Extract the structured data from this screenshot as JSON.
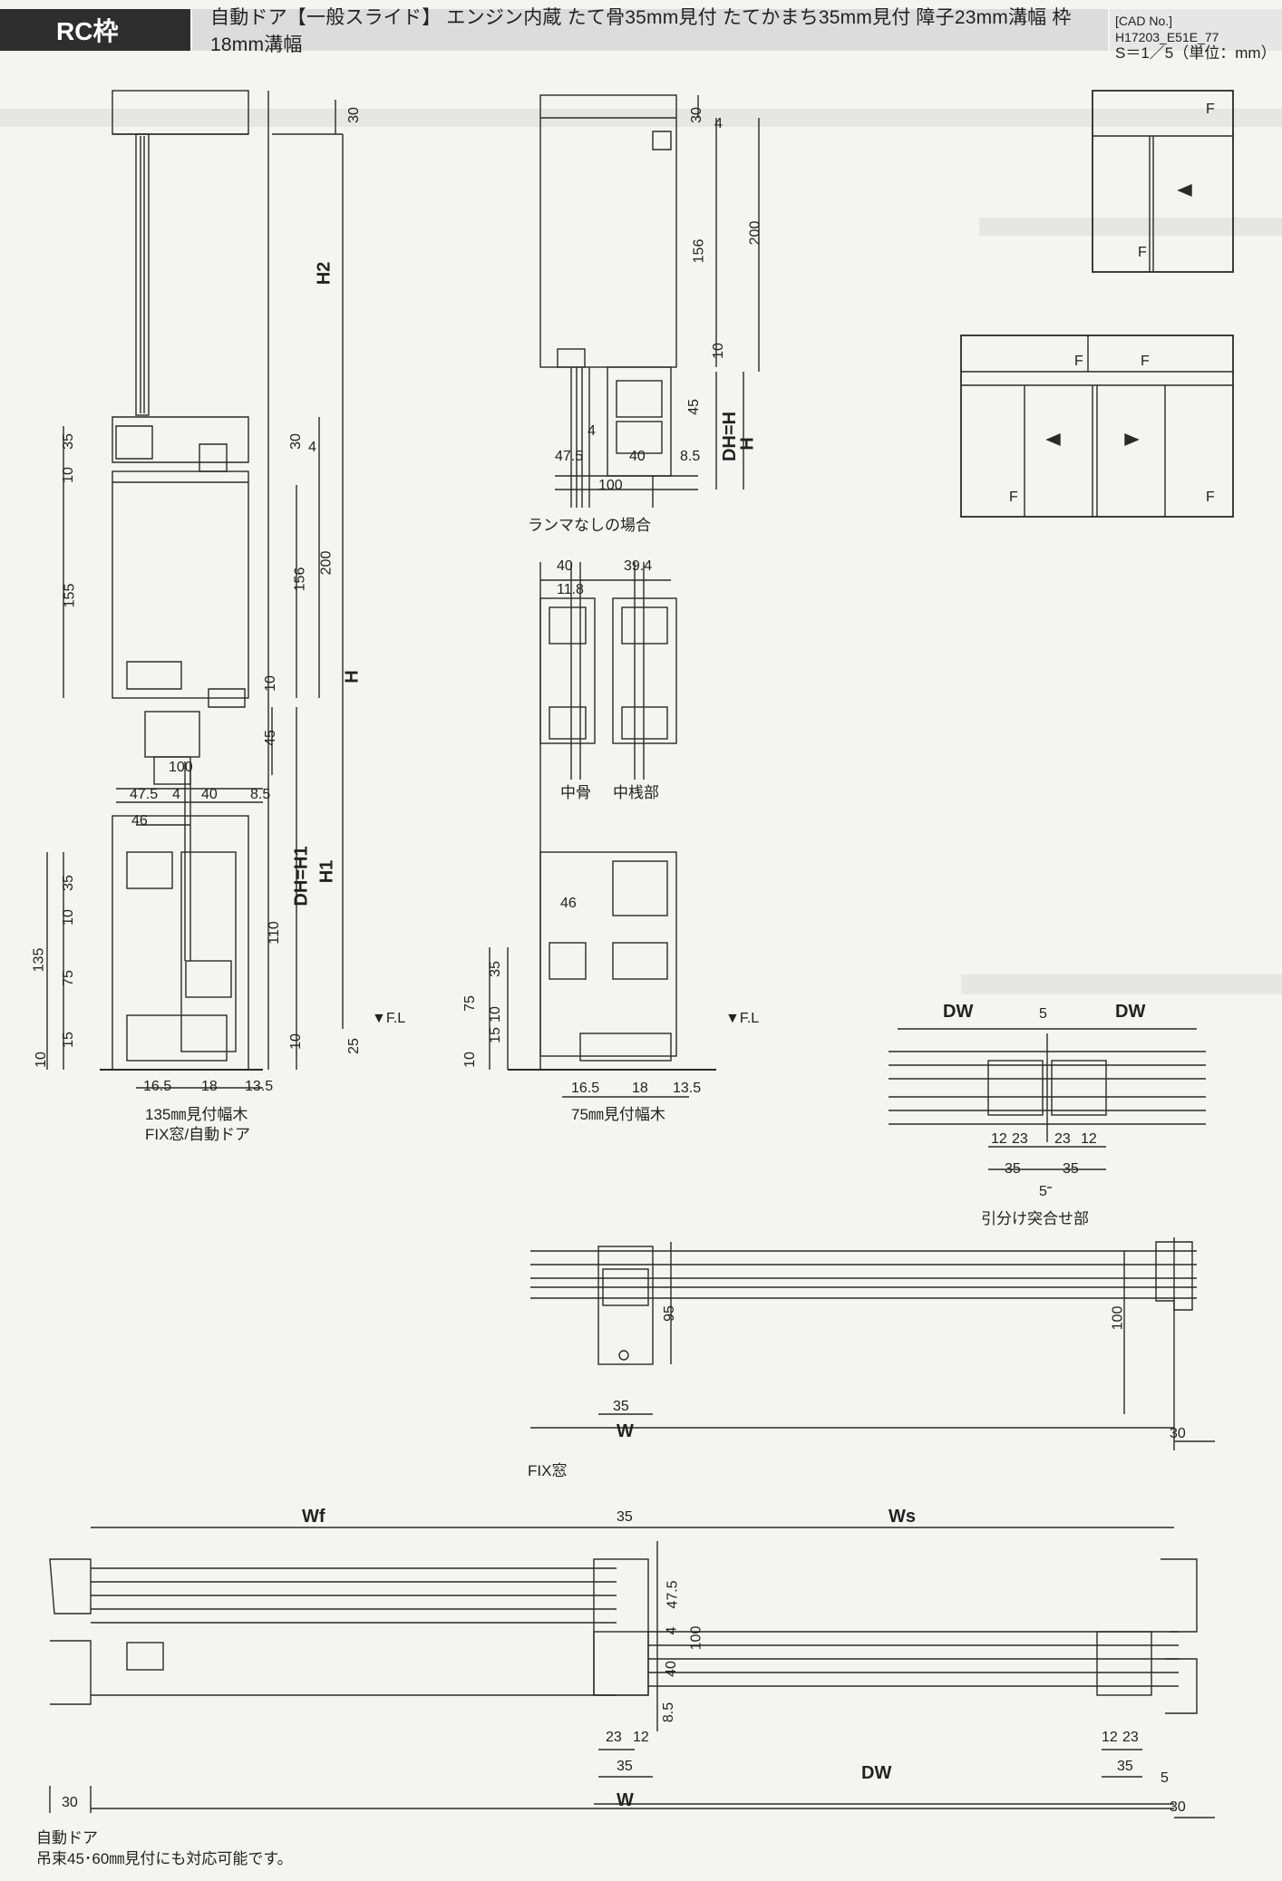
{
  "header": {
    "badge": "RC枠",
    "title": "自動ドア【一般スライド】 エンジン内蔵 たて骨35mm見付 たてかまち35mm見付 障子23mm溝幅 枠18mm溝幅",
    "cad_no": "[CAD No.] H17203_E51E_77",
    "scale": "S＝1／5（単位：mm）"
  },
  "section_left": {
    "dims_right": [
      "30",
      "H2",
      "30",
      "4",
      "200",
      "156",
      "H",
      "10",
      "45",
      "DH=H1",
      "H1",
      "110",
      "10",
      "25"
    ],
    "dims_left": [
      "35",
      "10",
      "155",
      "35",
      "10",
      "135",
      "75",
      "15",
      "10"
    ],
    "dims_bottom_upper": [
      "100",
      "47.5",
      "4",
      "40",
      "8.5",
      "46"
    ],
    "dims_bottom": [
      "16.5",
      "18",
      "13.5"
    ],
    "fl": "▼F.L",
    "caption1": "135㎜見付幅木",
    "caption2": "FIX窓/自動ドア"
  },
  "section_mid_top": {
    "dims": [
      "30",
      "4",
      "200",
      "156",
      "10",
      "45",
      "DH=H",
      "H",
      "4",
      "47.5",
      "40",
      "8.5",
      "100"
    ],
    "caption": "ランマなしの場合"
  },
  "section_mid": {
    "dims_top": [
      "40",
      "39.4",
      "11.8"
    ],
    "labels": [
      "中骨",
      "中桟部"
    ],
    "dims_lower": [
      "46",
      "75",
      "35",
      "15",
      "10",
      "10"
    ],
    "dims_bottom": [
      "16.5",
      "18",
      "13.5"
    ],
    "fl": "▼F.L",
    "caption": "75㎜見付幅木"
  },
  "meeting_detail": {
    "labels": [
      "DW",
      "5",
      "DW"
    ],
    "dims": [
      "12",
      "23",
      "23",
      "12",
      "35",
      "35",
      "5"
    ],
    "caption": "引分け突合せ部"
  },
  "fix_window": {
    "dims": [
      "95",
      "100",
      "35",
      "W",
      "30"
    ],
    "caption": "FIX窓"
  },
  "plan_bottom": {
    "labels": [
      "Wf",
      "35",
      "Ws",
      "DW",
      "W"
    ],
    "dims": [
      "47.5",
      "4",
      "100",
      "40",
      "8.5",
      "23",
      "12",
      "35",
      "12",
      "23",
      "35",
      "5",
      "30",
      "30"
    ],
    "caption1": "自動ドア",
    "caption2": "吊束45･60㎜見付にも対応可能です。"
  },
  "elevation_upper": {
    "marks": [
      "F",
      "F"
    ]
  },
  "elevation_lower": {
    "marks": [
      "F",
      "F",
      "F",
      "F"
    ]
  },
  "colors": {
    "line": "#2a2a2a",
    "header_dark": "#2e2e2e",
    "header_mid": "#dcdcdc"
  }
}
